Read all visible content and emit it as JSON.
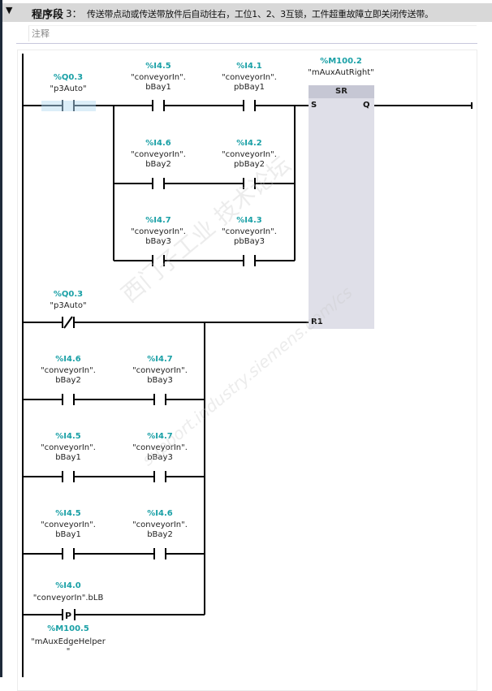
{
  "network": {
    "toggle_icon": "▼",
    "segment_label": "程序段",
    "segment_number": "3：",
    "title": "传送带点动或传送带放件后自动往右，工位1、2、3互锁，工件超重故障立即关闭传送带。",
    "comment_placeholder": "注释"
  },
  "block": {
    "type": "SR",
    "address": "%M100.2",
    "symbol": "\"mAuxAutRight\"",
    "pins": {
      "set": "S",
      "reset": "R1",
      "output": "Q"
    }
  },
  "set_logic": {
    "main_contact": {
      "address": "%Q0.3",
      "symbol": "\"p3Auto\"",
      "type": "NO"
    },
    "branches": [
      {
        "contacts": [
          {
            "address": "%I4.5",
            "symbol_line1": "\"conveyorIn\".",
            "symbol_line2": "bBay1",
            "type": "NO"
          },
          {
            "address": "%I4.1",
            "symbol_line1": "\"conveyorIn\".",
            "symbol_line2": "pbBay1",
            "type": "NO"
          }
        ]
      },
      {
        "contacts": [
          {
            "address": "%I4.6",
            "symbol_line1": "\"conveyorIn\".",
            "symbol_line2": "bBay2",
            "type": "NO"
          },
          {
            "address": "%I4.2",
            "symbol_line1": "\"conveyorIn\".",
            "symbol_line2": "pbBay2",
            "type": "NO"
          }
        ]
      },
      {
        "contacts": [
          {
            "address": "%I4.7",
            "symbol_line1": "\"conveyorIn\".",
            "symbol_line2": "bBay3",
            "type": "NO"
          },
          {
            "address": "%I4.3",
            "symbol_line1": "\"conveyorIn\".",
            "symbol_line2": "pbBay3",
            "type": "NO"
          }
        ]
      }
    ]
  },
  "reset_logic": {
    "branches": [
      {
        "contacts": [
          {
            "address": "%Q0.3",
            "symbol_line1": "\"p3Auto\"",
            "symbol_line2": "",
            "type": "NC"
          }
        ]
      },
      {
        "contacts": [
          {
            "address": "%I4.6",
            "symbol_line1": "\"conveyorIn\".",
            "symbol_line2": "bBay2",
            "type": "NO"
          },
          {
            "address": "%I4.7",
            "symbol_line1": "\"conveyorIn\".",
            "symbol_line2": "bBay3",
            "type": "NO"
          }
        ]
      },
      {
        "contacts": [
          {
            "address": "%I4.5",
            "symbol_line1": "\"conveyorIn\".",
            "symbol_line2": "bBay1",
            "type": "NO"
          },
          {
            "address": "%I4.7",
            "symbol_line1": "\"conveyorIn\".",
            "symbol_line2": "bBay3",
            "type": "NO"
          }
        ]
      },
      {
        "contacts": [
          {
            "address": "%I4.5",
            "symbol_line1": "\"conveyorIn\".",
            "symbol_line2": "bBay1",
            "type": "NO"
          },
          {
            "address": "%I4.6",
            "symbol_line1": "\"conveyorIn\".",
            "symbol_line2": "bBay2",
            "type": "NO"
          }
        ]
      },
      {
        "contacts": [
          {
            "address": "%I4.0",
            "symbol_line1": "\"conveyorIn\".bLB",
            "symbol_line2": "",
            "type": "P",
            "edge_label": "P",
            "edge_address": "%M100.5",
            "edge_symbol_line1": "\"mAuxEdgeHelper",
            "edge_symbol_line2": "\""
          }
        ]
      }
    ]
  },
  "watermark": {
    "line1": "西门子工业 技术论坛",
    "line2": "support.industry.siemens.com/cs"
  },
  "colors": {
    "address": "#1aa0a6",
    "block_body": "#dfdfe8",
    "block_title": "#c6c7d4",
    "header": "#d8d8d8",
    "selection": "#dceef8"
  }
}
